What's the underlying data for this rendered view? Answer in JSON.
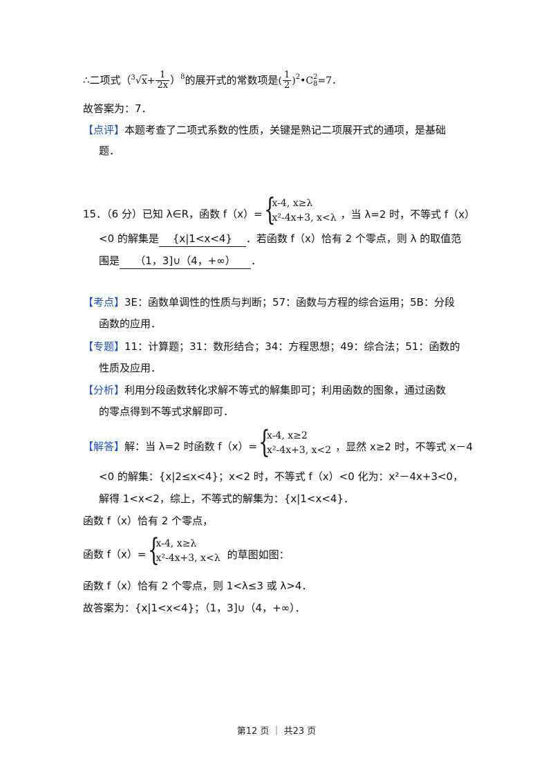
{
  "line1": {
    "prefix": "∴二项式（",
    "root_index": "3",
    "radicand": "x",
    "plus": "+",
    "frac_num": "1",
    "frac_den": "2x",
    "close": "）",
    "power": "8",
    "mid": "的展开式的常数项是",
    "half_num": "1",
    "half_den": "2",
    "half_exp": "2",
    "dot_c": "•C",
    "c_sup": "2",
    "c_sub": "8",
    "result": "=7．"
  },
  "answer14": "故答案为：7．",
  "review14": {
    "tag": "【点评】",
    "text1": "本题考查了二项式系数的性质，关键是熟记二项展开式的通项，是基础",
    "text2": "题．"
  },
  "q15": {
    "intro": "15．（6 分）已知 λ∈R，函数 f（x）=",
    "piece_row1": "x-4,  x≥λ",
    "piece_row2": "x²-4x+3,  x<λ",
    "after": "，当 λ=2 时，不等式 f（x）",
    "line2_start": "<0 的解集是",
    "blank1": "{x|1<x<4}",
    "line2_end": "．若函数 f（x）恰有 2 个零点，则 λ 的取值范",
    "line3_start": "围是",
    "blank2": "（1，3]∪（4，+∞）",
    "line3_end": "．"
  },
  "kaodian": {
    "tag": "【考点】",
    "text1": "3E：函数单调性的性质与判断；57：函数与方程的综合运用；5B：分段",
    "text2": "函数的应用．"
  },
  "zhuanti": {
    "tag": "【专题】",
    "text1": "11：计算题；31：数形结合；34：方程思想；49：综合法；51：函数的",
    "text2": "性质及应用．"
  },
  "fenxi": {
    "tag": "【分析】",
    "text1": "利用分段函数转化求解不等式的解集即可；利用函数的图象，通过函数",
    "text2": "的零点得到不等式求解即可．"
  },
  "jieda": {
    "tag": "【解答】",
    "intro": "解：当 λ=2 时函数 f（x）=",
    "piece_row1": "x-4,  x≥2",
    "piece_row2": "x²-4x+3,  x<2",
    "after": "，显然 x≥2 时，不等式 x－4",
    "text2": "<0 的解集：{x|2≤x<4}；x<2 时，不等式 f（x）<0 化为：x²－4x+3<0，",
    "text3": "解得 1<x<2，综上，不等式的解集为：{x|1<x<4}．",
    "text4": "函数 f（x）恰有 2 个零点，",
    "fx_intro": "函数 f（x）=",
    "piece2_row1": "x-4,  x≥λ",
    "piece2_row2": "x²-4x+3,  x<λ",
    "fx_after": "的草图如图：",
    "text5": "函数 f（x）恰有 2 个零点，则 1<λ≤3 或 λ>4．",
    "text6": "故答案为：{x|1<x<4}；（1，3]∪（4，+∞）．"
  },
  "footer": "第12 页 ｜ 共23 页"
}
